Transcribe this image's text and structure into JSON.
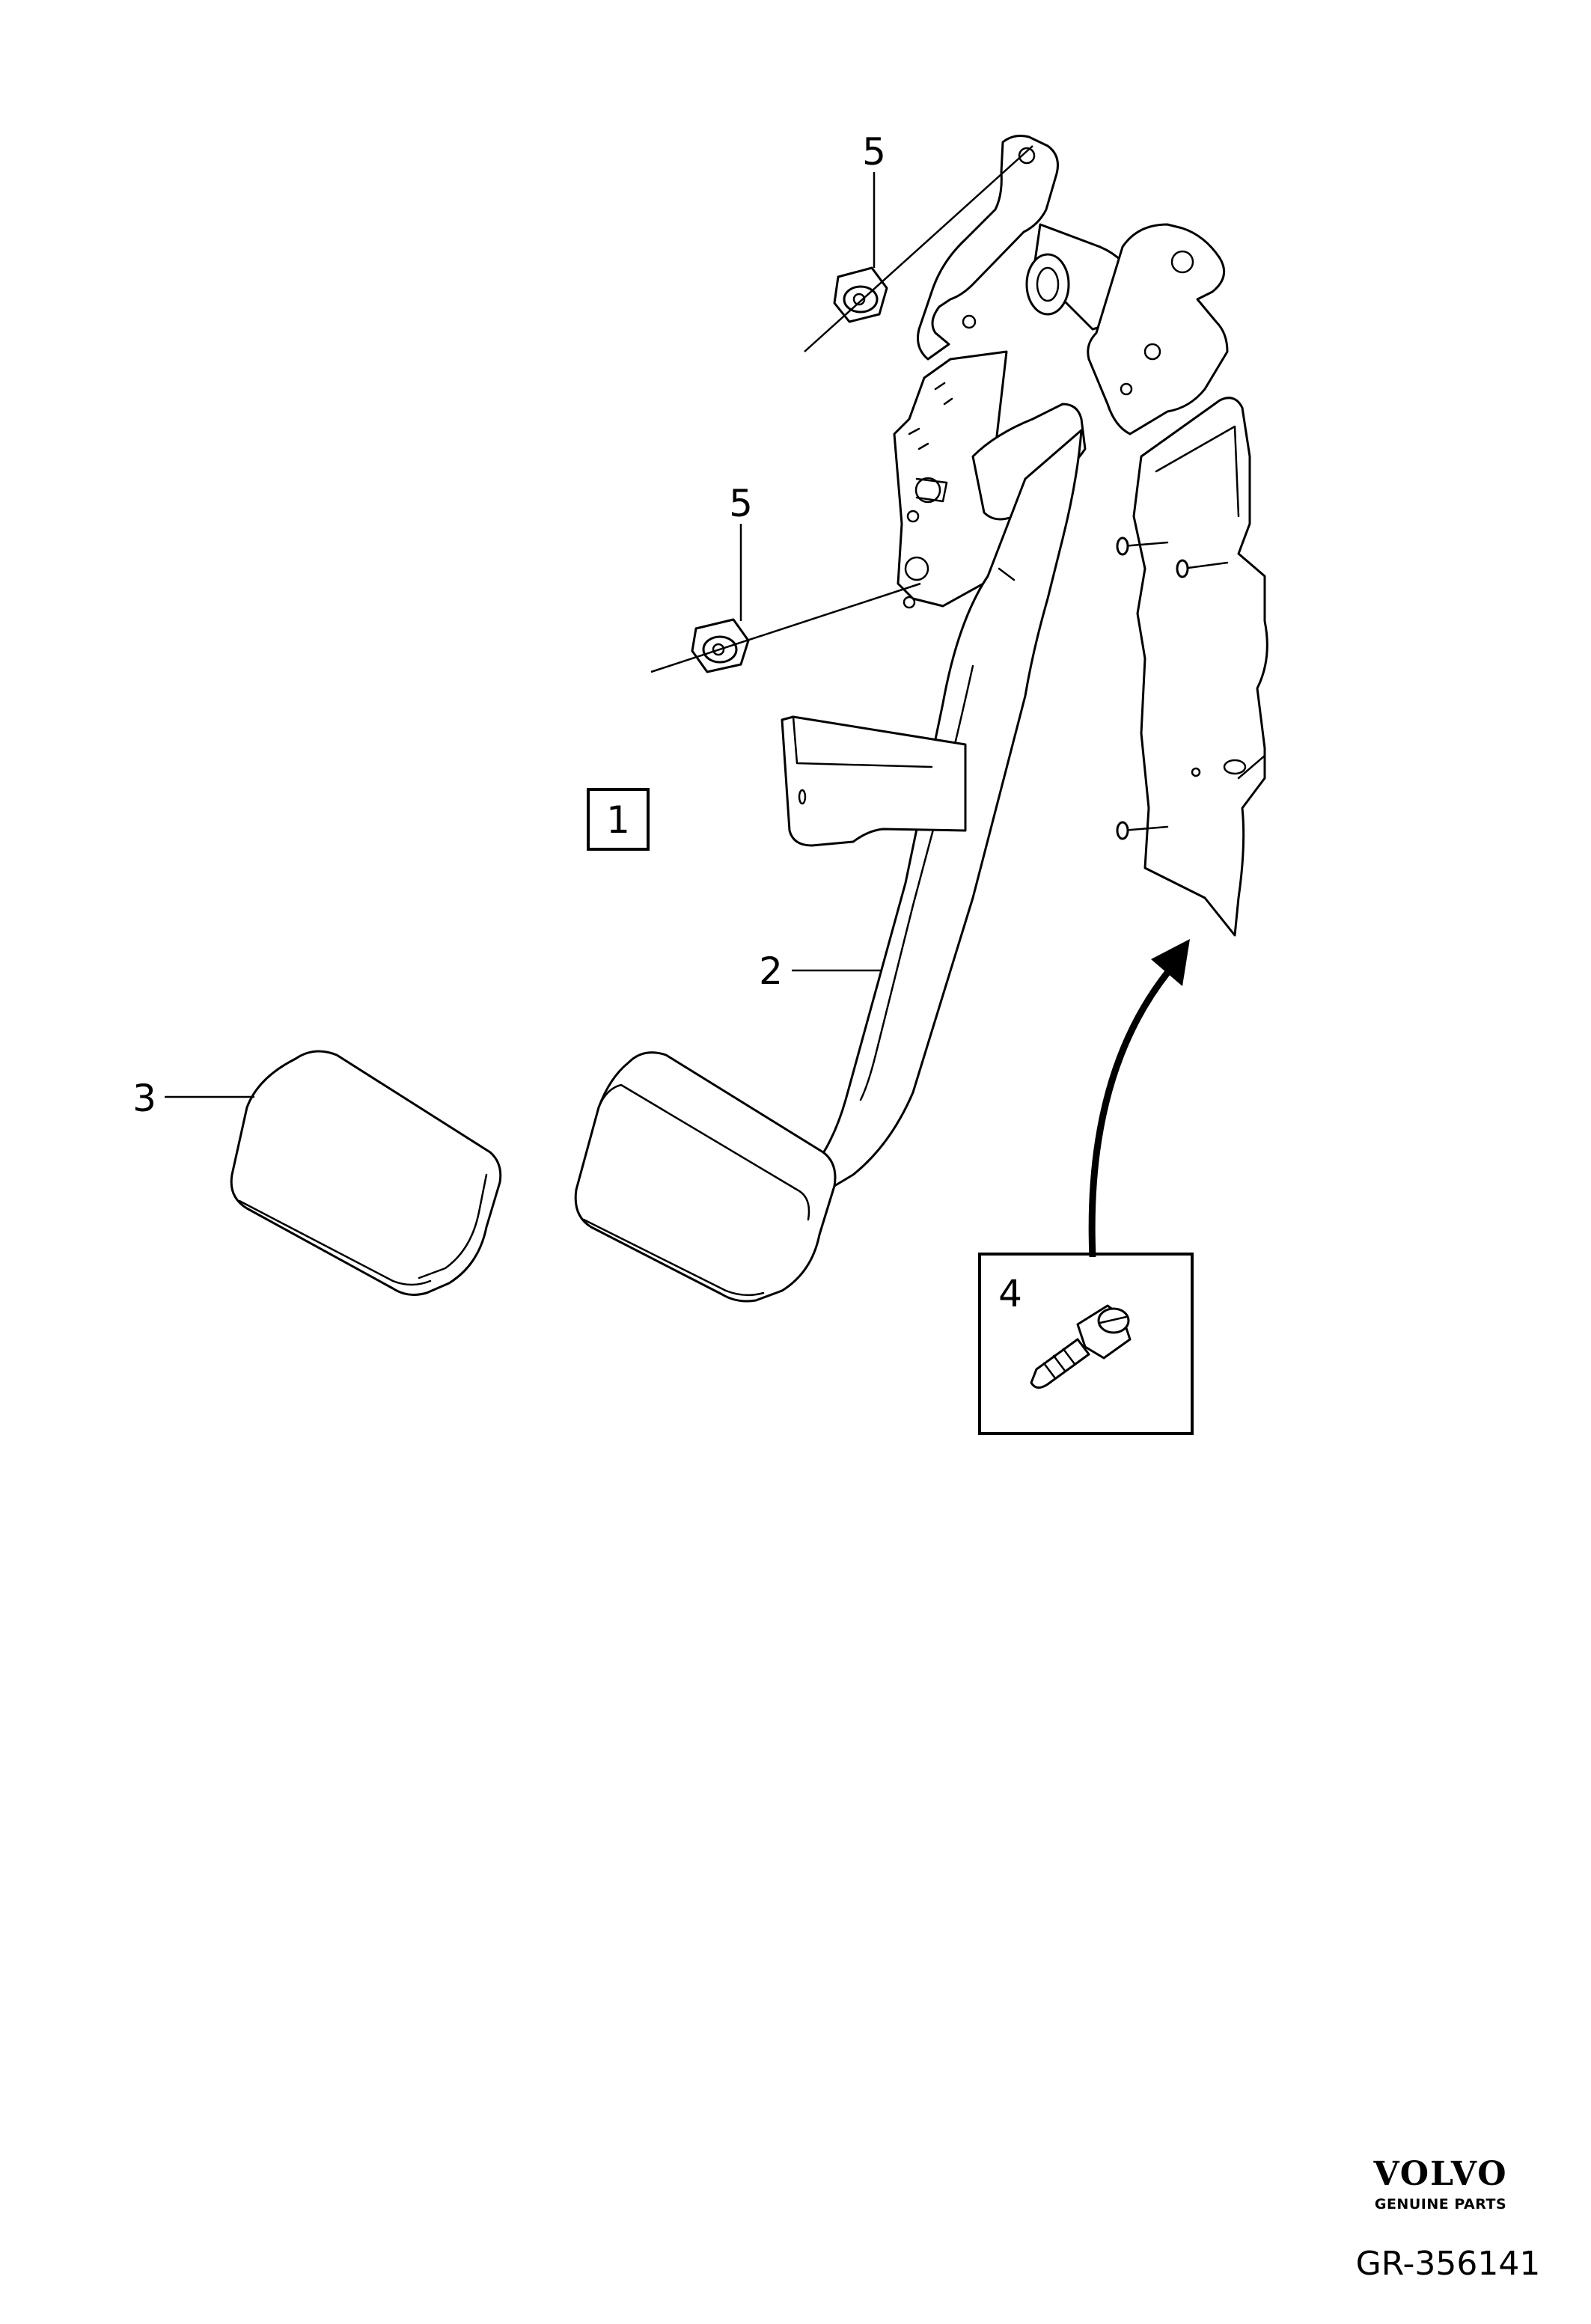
{
  "callouts": {
    "nut_upper": "5",
    "nut_lower": "5",
    "assembly": "1",
    "pedal_arm": "2",
    "pedal_pad": "3",
    "bolt": "4"
  },
  "branding": {
    "logo_text": "VOLVO",
    "tagline": "GENUINE PARTS"
  },
  "reference_number": "GR-356141"
}
